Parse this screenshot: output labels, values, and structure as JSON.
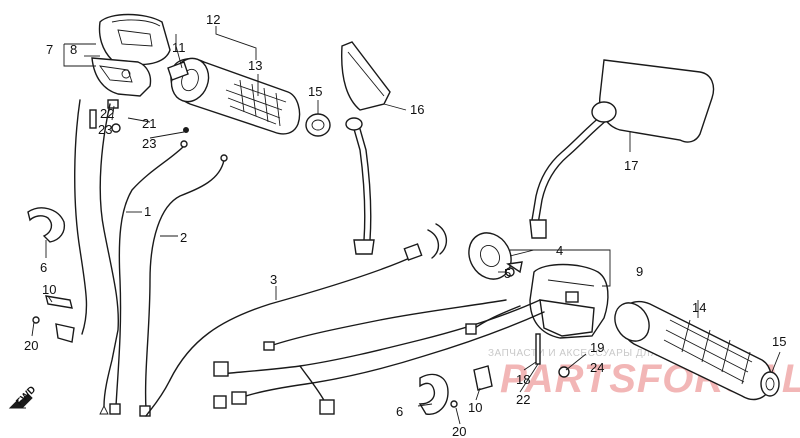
{
  "callouts": {
    "c12": "12",
    "c7": "7",
    "c8": "8",
    "c11": "11",
    "c13": "13",
    "c15a": "15",
    "c16": "16",
    "c22a": "22",
    "c21": "21",
    "c23a": "23",
    "c23b": "23",
    "c1": "1",
    "c2": "2",
    "c6a": "6",
    "c10a": "10",
    "c20a": "20",
    "c3": "3",
    "c17": "17",
    "c4": "4",
    "c9": "9",
    "c5": "5",
    "c14": "14",
    "c19": "19",
    "c24": "24",
    "c18": "18",
    "c22b": "22",
    "c6b": "6",
    "c20b": "20",
    "c10b": "10",
    "c15b": "15"
  },
  "direction_marker": {
    "label": "FWD",
    "icon": "arrow-fwd-icon"
  },
  "watermark": {
    "small_text": "ЗАПЧАСТИ И АКСЕССУАРЫ ДЛЯ ТЕХНИКИ",
    "brand_text": "PARTSFORSALE",
    "color": "#f2b6b6"
  }
}
